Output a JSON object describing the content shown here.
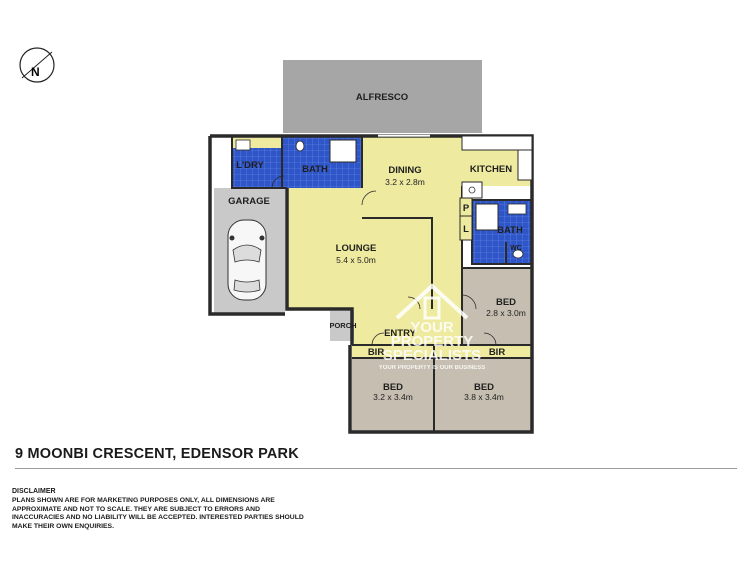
{
  "compass": {
    "label": "N"
  },
  "rooms": {
    "alfresco": {
      "name": "ALFRESCO"
    },
    "laundry": {
      "name": "L'DRY"
    },
    "bath_main": {
      "name": "BATH"
    },
    "dining": {
      "name": "DINING",
      "size": "3.2 x 2.8m"
    },
    "kitchen": {
      "name": "KITCHEN"
    },
    "garage": {
      "name": "GARAGE"
    },
    "lounge": {
      "name": "LOUNGE",
      "size": "5.4 x 5.0m"
    },
    "pantry": {
      "name": "P"
    },
    "linen": {
      "name": "L"
    },
    "bath_ensuite": {
      "name": "BATH"
    },
    "wc": {
      "name": "WC"
    },
    "bed_1": {
      "name": "BED",
      "size": "2.8 x 3.0m"
    },
    "porch": {
      "name": "PORCH"
    },
    "entry": {
      "name": "ENTRY"
    },
    "bir_1": {
      "name": "BIR"
    },
    "bir_2": {
      "name": "BIR"
    },
    "bed_2": {
      "name": "BED",
      "size": "3.2 x 3.4m"
    },
    "bed_3": {
      "name": "BED",
      "size": "3.8 x 3.4m"
    }
  },
  "watermark": {
    "line1": "YOUR",
    "line2": "PROPERTY",
    "line3": "SPECIALISTS",
    "tagline": "YOUR PROPERTY IS OUR BUSINESS"
  },
  "address": "9 MOONBI CRESCENT, EDENSOR PARK",
  "disclaimer": {
    "title": "DISCLAIMER",
    "text": "PLANS SHOWN ARE FOR MARKETING PURPOSES ONLY, ALL DIMENSIONS ARE APPROXIMATE AND NOT TO SCALE. THEY ARE SUBJECT TO ERRORS AND INACCURACIES AND NO LIABILITY WILL BE ACCEPTED. INTERESTED PARTIES SHOULD MAKE THEIR OWN ENQUIRIES."
  },
  "colors": {
    "living": "#eeeaa0",
    "wet": "#2f56c8",
    "bedroom": "#c6bfb1",
    "garage": "#c9c9c9",
    "alfresco": "#a6a6a6",
    "wall": "#2a2a2a"
  }
}
